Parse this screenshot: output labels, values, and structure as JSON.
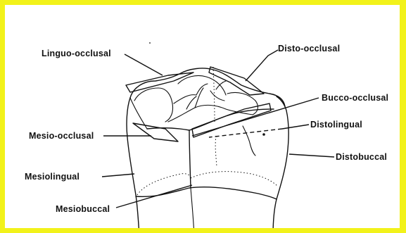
{
  "labels": {
    "linguo_occlusal": "Linguo-occlusal",
    "disto_occlusal": "Disto-occlusal",
    "bucco_occlusal": "Bucco-occlusal",
    "distolingual": "Distolingual",
    "mesio_occlusal": "Mesio-occlusal",
    "distobuccal": "Distobuccal",
    "mesiolingual": "Mesiolingual",
    "mesiobuccal": "Mesiobuccal"
  },
  "colors": {
    "frame": "#f2f21a",
    "ink": "#111111",
    "background": "#ffffff"
  }
}
